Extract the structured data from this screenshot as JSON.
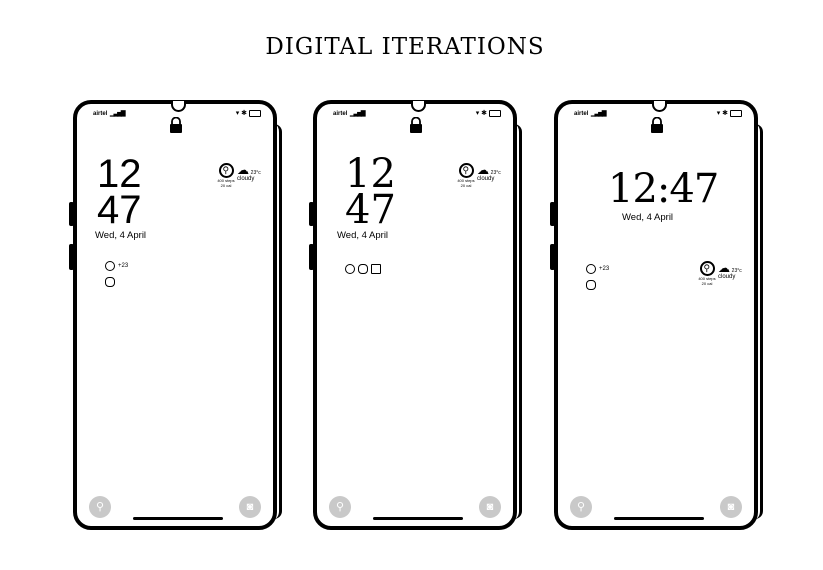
{
  "title": "DIGITAL ITERATIONS",
  "phones": [
    {
      "carrier": "airtel",
      "clock_hour": "12",
      "clock_min": "47",
      "date": "Wed, 4 April",
      "steps": "400 steps",
      "kcal": "20 cal",
      "temp": "23°c",
      "weather": "cloudy",
      "whatsapp_count": "+23"
    },
    {
      "carrier": "airtel",
      "clock_hour": "12",
      "clock_min": "47",
      "date": "Wed, 4 April",
      "steps": "400 steps",
      "kcal": "20 cal",
      "temp": "23°c",
      "weather": "cloudy"
    },
    {
      "carrier": "airtel",
      "clock": "12:47",
      "date": "Wed, 4 April",
      "steps": "400 steps",
      "kcal": "20 cal",
      "temp": "23°c",
      "weather": "cloudy",
      "whatsapp_count": "+23"
    }
  ],
  "icons": {
    "signal": "signal-bars-icon",
    "status": "wifi-bluetooth-battery-icons",
    "lock": "padlock-icon",
    "location": "location-pin-icon",
    "camera": "camera-icon"
  }
}
